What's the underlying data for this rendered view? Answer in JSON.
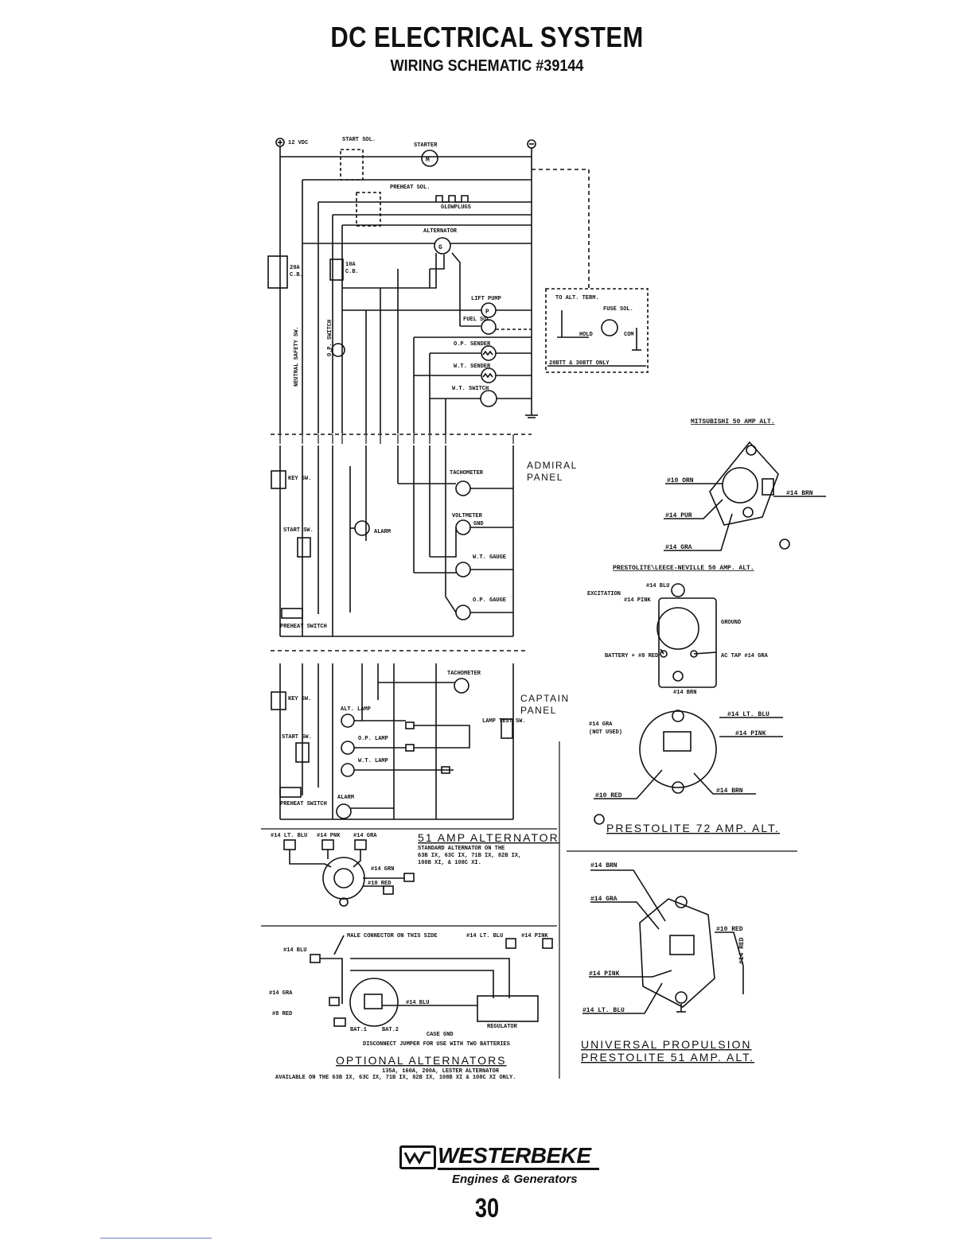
{
  "header": {
    "title": "DC ELECTRICAL SYSTEM",
    "subtitle": "WIRING SCHEMATIC #39144"
  },
  "schematic": {
    "plus_label": "12 VDC",
    "start_sol": "START SOL.",
    "starter": "STARTER",
    "preheat_sol": "PREHEAT SOL.",
    "glowplugs": "GLOWPLUGS",
    "alternator": "ALTERNATOR",
    "cb_20a": "20A C.B.",
    "cb_10a": "10A C.B.",
    "lift_pump": "LIFT PUMP",
    "fuel_sol": "FUEL SOL.",
    "neutral_safety": "NEUTRAL SAFETY SW.",
    "op_switch": "O.P. SWITCH",
    "op_sender": "O.P. SENDER",
    "wt_sender": "W.T. SENDER",
    "wt_switch": "W.T. SWITCH",
    "fuel_box_note": "20BTT & 30BTT ONLY",
    "to_alt": "TO ALT. TERM.",
    "fuse_sol": "FUSE SOL.",
    "hold": "HOLD",
    "com": "COM"
  },
  "admiral": {
    "label_1": "ADMIRAL",
    "label_2": "PANEL",
    "key_sw": "KEY SW.",
    "start_sw": "START SW.",
    "preheat_switch": "PREHEAT SWITCH",
    "tachometer": "TACHOMETER",
    "voltmeter": "VOLTMETER",
    "wt_gauge": "W.T. GAUGE",
    "op_gauge": "O.P. GAUGE",
    "alarm": "ALARM",
    "gnd": "GND"
  },
  "captain": {
    "label_1": "CAPTAIN",
    "label_2": "PANEL",
    "key_sw": "KEY SW.",
    "start_sw": "START SW.",
    "preheat_switch": "PREHEAT SWITCH",
    "tachometer": "TACHOMETER",
    "alt_lamp": "ALT. LAMP",
    "op_lamp": "O.P. LAMP",
    "wt_lamp": "W.T. LAMP",
    "lamp_test": "LAMP TEST SW.",
    "alarm": "ALARM"
  },
  "alt51": {
    "title": "51 AMP ALTERNATOR",
    "note_1": "STANDARD ALTERNATOR ON THE",
    "note_2": "63B IX, 63C IX, 71B IX, 82B IX,",
    "note_3": "108B XI, & 108C XI.",
    "w1": "#14 LT. BLU",
    "w2": "#14 PNK",
    "w3": "#14 GRA",
    "w4": "#14 GRN",
    "w5": "#10 RED"
  },
  "optional": {
    "title": "OPTIONAL ALTERNATORS",
    "note_1": "135A, 160A, 200A, LESTER ALTERNATOR",
    "note_2": "AVAILABLE ON THE 63B IX, 63C IX, 71B IX, 82B IX, 108B XI & 108C XI ONLY.",
    "male_connector": "MALE CONNECTOR ON THIS SIDE",
    "w_blu": "#14 BLU",
    "w_gra": "#14 GRA",
    "w_red": "#8 RED",
    "regulator": "REGULATOR",
    "case_gnd": "CASE GND",
    "disconnect": "DISCONNECT JUMPER FOR USE WITH TWO BATTERIES",
    "bat1": "BAT.1",
    "bat2": "BAT.2"
  },
  "mitsubishi": {
    "title": "MITSUBISHI 50 AMP ALT.",
    "w1": "#10 ORN",
    "w2": "#14 BRN",
    "w3": "#14 PUR",
    "w4": "#14 GRA"
  },
  "prestolite_leece": {
    "title": "PRESTOLITE\\LEECE-NEVILLE 50 AMP. ALT.",
    "w1": "#14 BLU",
    "w2": "#14 PINK",
    "excitation": "EXCITATION",
    "battery": "BATTERY + #8 RED",
    "ac_tap": "AC TAP #14 GRA",
    "brn": "#14 BRN",
    "ground": "GROUND"
  },
  "prestolite72": {
    "title": "PRESTOLITE 72 AMP. ALT.",
    "w1": "#14 GRA",
    "w1_note": "(NOT USED)",
    "w2": "#14 LT. BLU",
    "w3": "#14 PINK",
    "w4": "#10 RED",
    "w5": "#14 BRN"
  },
  "universal": {
    "title_1": "UNIVERSAL PROPULSION",
    "title_2": "PRESTOLITE 51 AMP. ALT.",
    "w1": "#14 BRN",
    "w2": "#14 GRA",
    "w3": "#10 RED",
    "w4": "#14 PINK",
    "w5": "#14 LT. BLU",
    "w6": "#14 RED"
  },
  "footer": {
    "brand": "WESTERBEKE",
    "brand_sub": "Engines & Generators",
    "page": "30"
  }
}
